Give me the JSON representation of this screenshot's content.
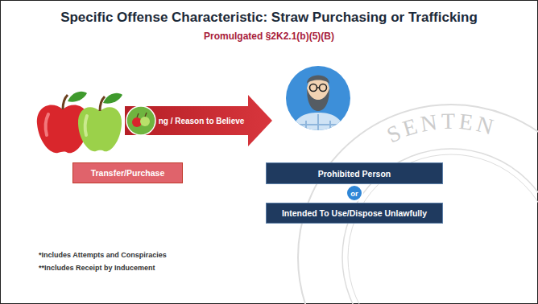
{
  "diagram": {
    "title": "Specific Offense Characteristic: Straw Purchasing or Trafficking",
    "nodes": [
      {
        "text": [
          "ng / Reason to Believe"
        ]
      },
      {
        "text": [
          "Transfer/Purchase"
        ]
      },
      {
        "text": [
          "Prohibited Person"
        ]
      },
      {
        "text": [
          "or"
        ]
      },
      {
        "text": [
          "Intended To Use/Dispose Unlawfully"
        ]
      }
    ],
    "labels": [
      "Promulgated §2K2.1(b)(5)(B)",
      "SENTEN",
      "*Includes Attempts and Conspiracies",
      "**Includes Receipt by Inducement"
    ]
  }
}
